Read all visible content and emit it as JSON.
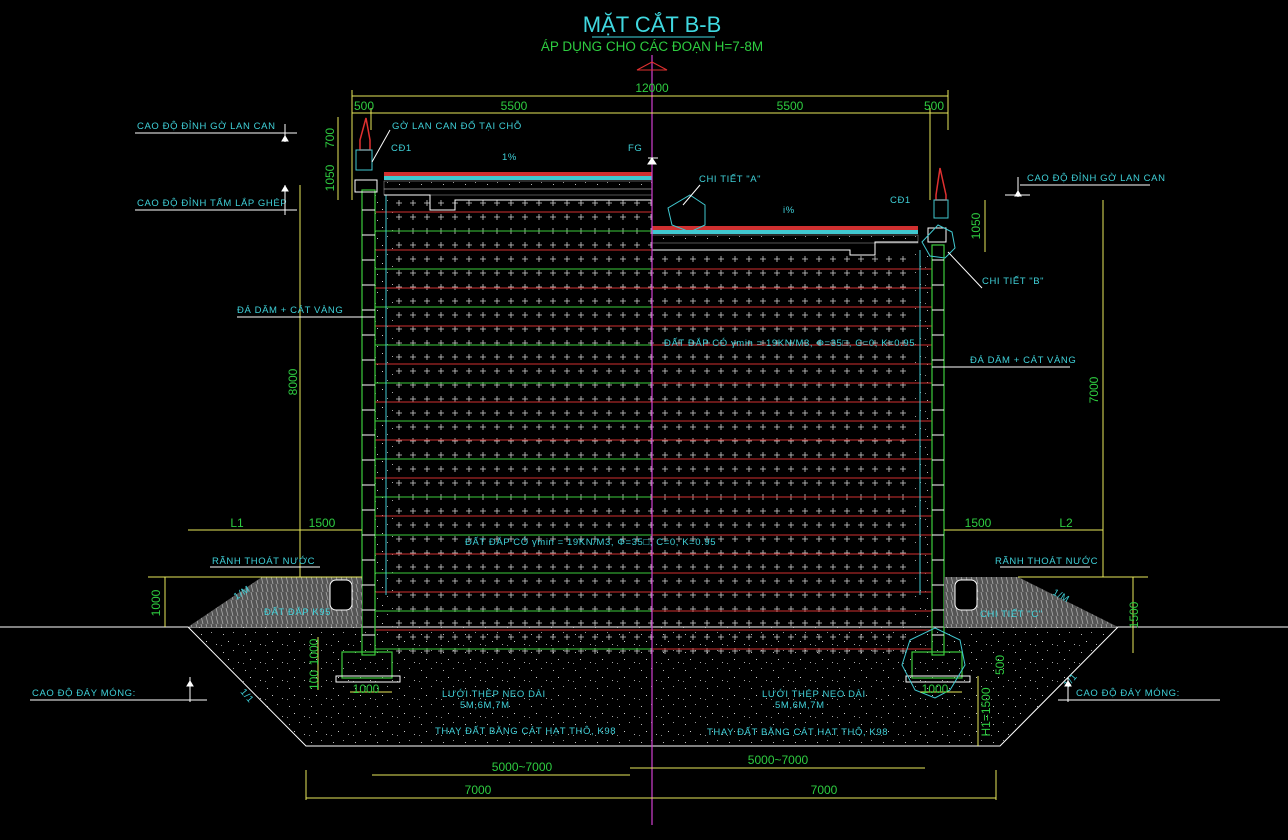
{
  "drawing": {
    "title": "MẶT CẮT B-B",
    "subtitle": "ÁP DỤNG CHO CÁC ĐOẠN H=7-8M",
    "background": "#000000",
    "colors": {
      "dimension": "#e8e85a",
      "dimension_text": "#2ecc40",
      "annotation": "#3fd0d8",
      "geogrid": "#d03030",
      "wall": "#3ccc3c",
      "centerline": "#d040d0",
      "outline": "#ffffff"
    }
  },
  "dimensions": {
    "top_total": "12000",
    "top_left_edge": "500",
    "top_left": "5500",
    "top_right": "5500",
    "top_right_edge": "500",
    "left_railing_height": "700",
    "left_parapet_height": "1050",
    "left_wall_height": "8000",
    "right_parapet_height": "1050",
    "right_wall_height": "7000",
    "left_L": "L1",
    "left_berm": "1500",
    "right_berm": "1500",
    "right_L": "L2",
    "left_slope_height": "1000",
    "right_slope_height": "1500",
    "left_footing_embed": "1000",
    "left_footing_pad": "100",
    "left_footing_width": "1000",
    "right_footing_width": "1000",
    "right_footing_embed": "500",
    "right_replacement_depth": "H1=1500",
    "bottom_left_reinf": "5000~7000",
    "bottom_right_reinf": "5000~7000",
    "bottom_left_total": "7000",
    "bottom_right_total": "7000"
  },
  "labels": {
    "left_railing_top": "CAO ĐỘ ĐỈNH GỜ LAN CAN",
    "left_panel_top": "CAO ĐỘ ĐỈNH TẤM LẮP GHÉP",
    "railing_cast": "GỜ LAN CAN ĐỔ TẠI CHỖ",
    "cd1_left": "CĐ1",
    "cd1_right": "CĐ1",
    "fg": "FG",
    "slope_left": "1%",
    "slope_right": "i%",
    "detail_a": "CHI TIẾT \"A\"",
    "detail_b": "CHI TIẾT \"B\"",
    "detail_c": "CHI TIẾT \"C\"",
    "right_railing_top": "CAO ĐỘ ĐỈNH GỜ LAN CAN",
    "left_drain_fill": "ĐÁ DĂM + CÁT VÀNG",
    "right_drain_fill": "ĐÁ DĂM + CÁT VÀNG",
    "fill_upper": "ĐẤT ĐẮP CÓ γmin = 19KN/M3, Φ=35□, C=0, K=0.95",
    "fill_lower": "ĐẤT ĐẮP CÓ γmin = 19KN/M3, Φ=35□, C=0, K=0.95",
    "left_ditch": "RÃNH THOÁT NƯỚC",
    "right_ditch": "RÃNH THOÁT NƯỚC",
    "left_k95": "ĐẤT ĐẮP K95",
    "slope_1m_left": "1/M",
    "slope_1m_right": "1/M",
    "slope_11_left": "1/1",
    "slope_11_right": "1/1",
    "left_foundation_level": "CAO ĐỘ ĐÁY MÓNG:",
    "right_foundation_level": "CAO ĐỘ ĐÁY MÓNG:",
    "left_geogrid": "LƯỚI THÉP NEO DÀI",
    "left_geogrid_len": "5M,6M,7M",
    "right_geogrid": "LƯỚI THÉP NEO DÀI",
    "right_geogrid_len": "5M,6M,7M",
    "left_replacement": "THAY ĐẤT BẰNG CÁT HẠT THÔ, K98",
    "right_replacement": "THAY ĐẤT BẰNG CÁT HẠT THÔ, K98"
  }
}
